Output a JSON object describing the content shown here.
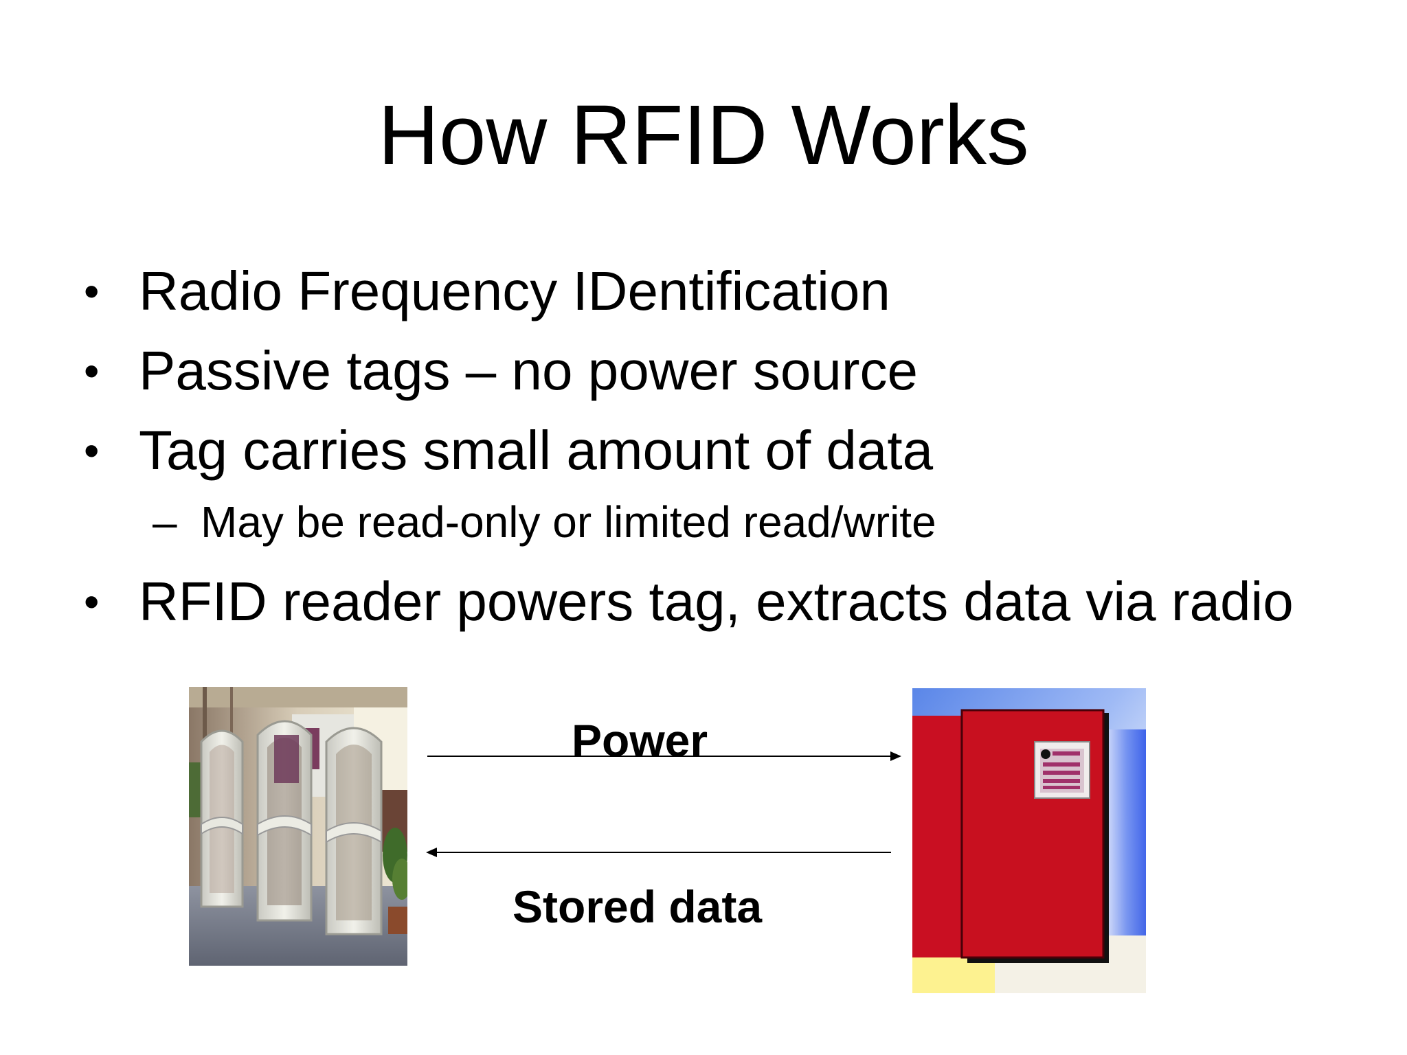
{
  "slide": {
    "title": "How RFID Works",
    "bullets": [
      {
        "text": "Radio Frequency IDentification"
      },
      {
        "text": "Passive tags – no power source"
      },
      {
        "text": "Tag carries small amount of data"
      },
      {
        "text": "RFID reader powers tag, extracts data via radio"
      }
    ],
    "sub_bullet": {
      "dash": "–",
      "text": "May be read-only or limited read/write"
    },
    "bullet_symbol": "•",
    "diagram": {
      "power_label": "Power",
      "stored_label": "Stored data"
    }
  }
}
